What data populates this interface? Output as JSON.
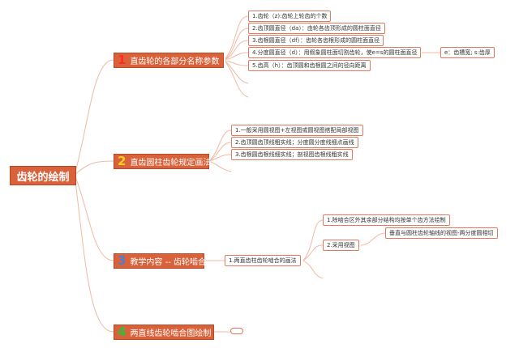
{
  "root": {
    "label": "齿轮的绘制"
  },
  "topics": [
    {
      "number": "1",
      "label": "直齿轮的各部分名称参数"
    },
    {
      "number": "2",
      "label": "直齿圆柱齿轮规定画法"
    },
    {
      "number": "3",
      "label": "教学内容 -- 齿轮啮合"
    },
    {
      "number": "4",
      "label": "两直线齿轮啮合图绘制"
    }
  ],
  "topic1_children": [
    "1.齿轮（z):齿轮上轮齿的个数",
    "2.齿顶圆直径（da）：由轮各齿顶形成的圆柱面直径",
    "3.齿根圆直径（df）：齿轮各齿根形成的圆柱面直径",
    "4.分度圆直径（d）：用假象圆柱面切割齿轮，使e=s的圆柱面直径",
    "5.齿高（h）：齿顶圆和齿根圆之间的径向距离"
  ],
  "topic1_child4_detail": "e：齿槽宽; s:齿厚",
  "topic2_children": [
    "1.一般采用圆视图+左视图或圆视图搭配局部视图",
    "2.齿顶圆齿顶线粗实线；分度圆分度线细点画线",
    "3.齿根圆齿根线细实线；剖视图齿根线粗实线"
  ],
  "topic3_child": "1.两直齿柱齿轮啮合的画法",
  "topic3_grandchildren": [
    "1.除啮合区外其余部分结构均按单个齿方法绘制",
    "2.采用视图"
  ],
  "topic3_grandchild2_detail": "垂直与圆柱齿轮轴线的视图-两分度圆相切",
  "topic4_child": ""
}
